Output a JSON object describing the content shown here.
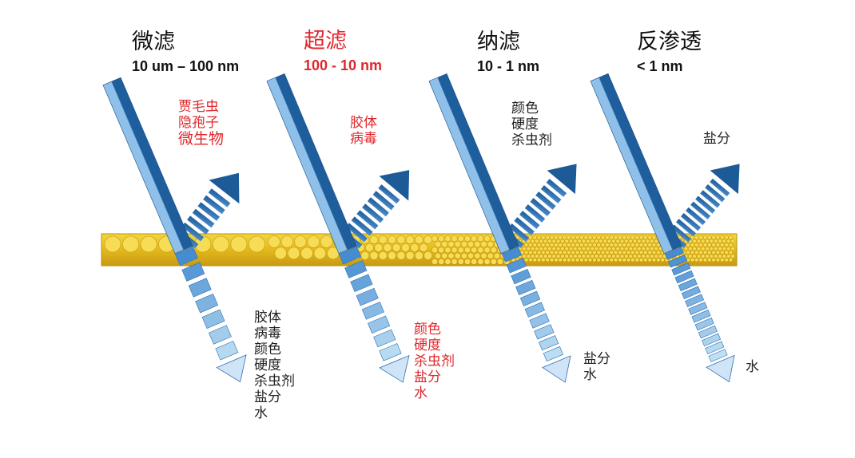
{
  "columns": [
    {
      "name": "微滤",
      "range": "10 um – 100 nm",
      "highlight": false,
      "rejected": [
        "贾毛虫",
        "隐孢子",
        "微生物"
      ],
      "rejected_color": "#e0262b",
      "passed": [
        "胶体",
        "病毒",
        "颜色",
        "硬度",
        "杀虫剂",
        "盐分",
        "水"
      ],
      "passed_color": "#222222"
    },
    {
      "name": "超滤",
      "range": "100 - 10 nm",
      "highlight": true,
      "rejected": [
        "胶体",
        "病毒"
      ],
      "rejected_color": "#e0262b",
      "passed": [
        "颜色",
        "硬度",
        "杀虫剂",
        "盐分",
        "水"
      ],
      "passed_color": "#e0262b"
    },
    {
      "name": "纳滤",
      "range": "10 - 1 nm",
      "highlight": false,
      "rejected": [
        "颜色",
        "硬度",
        "杀虫剂"
      ],
      "rejected_color": "#222222",
      "passed": [
        "盐分",
        "水"
      ],
      "passed_color": "#222222"
    },
    {
      "name": "反渗透",
      "range": "< 1 nm",
      "highlight": false,
      "rejected": [
        "盐分"
      ],
      "rejected_color": "#222222",
      "passed": [
        "水"
      ],
      "passed_color": "#222222"
    }
  ],
  "colors": {
    "accent_red": "#e0262b",
    "membrane_fill": "#e9c42a",
    "membrane_pores": "#f7dc55",
    "arrow_dark": "#1d5f9e",
    "arrow_light": "#bcdcf3"
  }
}
